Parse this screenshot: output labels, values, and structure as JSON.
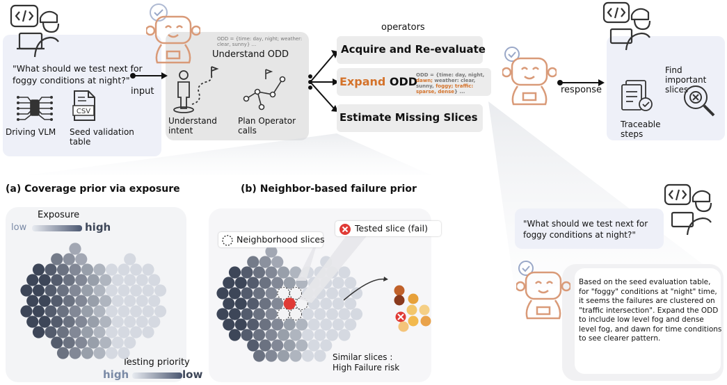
{
  "top": {
    "question": "\"What should we test next for foggy conditions at night?\"",
    "driving_vlm": "Driving VLM",
    "seed_table": "Seed validation table",
    "csv_label": "CSV",
    "input_label": "input",
    "odd_text_mid": "ODD = {time: day, night; weather: clear, sunny} ...",
    "understand_odd": "Understand ODD",
    "understand_intent": "Understand intent",
    "plan_calls": "Plan Operator calls",
    "operators_title": "operators",
    "op_acquire": "Acquire and Re-evaluate",
    "op_expand_word": "Expand",
    "op_expand_odd": "ODD",
    "odd_expand_1": "ODD = {time: day, night, ",
    "odd_expand_dawn": "dawn;",
    "odd_expand_2": "weather: clear, sunny, ",
    "odd_expand_foggy": "foggy;",
    "odd_expand_3": "traffic: sparse, dense",
    "odd_expand_4": "} ...",
    "op_estimate": "Estimate Missing Slices",
    "response_label": "response",
    "find_slices": "Find important slices",
    "traceable": "Traceable steps"
  },
  "panel_a": {
    "title": "(a) Coverage prior via exposure",
    "exposure": "Exposure",
    "low": "low",
    "high": "high",
    "testing_priority": "Testing priority",
    "high2": "high",
    "low2": "low"
  },
  "panel_b": {
    "title": "(b) Neighbor-based failure prior",
    "neighborhood": "Neighborhood slices",
    "tested": "Tested slice (fail)",
    "similar": "Similar slices :",
    "high_risk": "High Failure risk"
  },
  "panel_c": {
    "question": "\"What should we test next for foggy conditions at night?\"",
    "answer": "Based on the seed evaluation table, for \"foggy\" conditions at \"night\" time, it seems the failures are clustered on \"traffic intersection\". Expand the ODD to include low level fog and dense level fog, and dawn for time conditions to see clearer pattern."
  },
  "colors": {
    "accent_orange": "#d4722a",
    "bot_orange": "#d99a78",
    "fail_red": "#e03a35",
    "dark_dot": "#3d4658",
    "light_dot": "#d5d9e1"
  }
}
